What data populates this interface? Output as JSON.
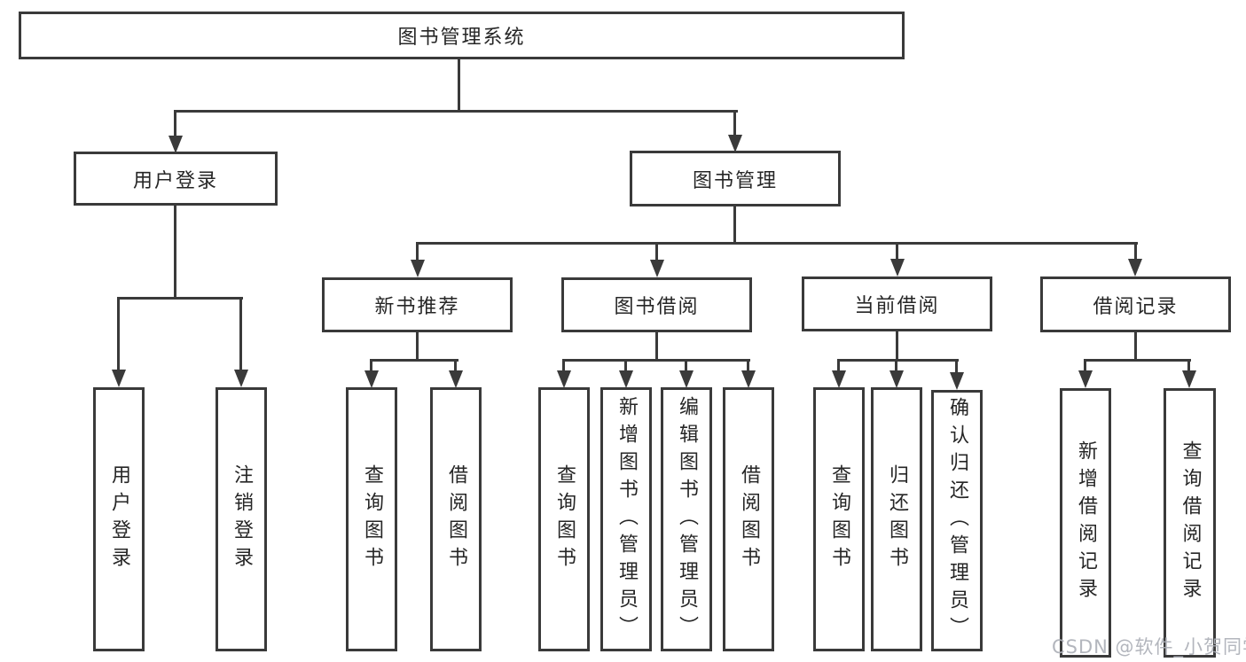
{
  "colors": {
    "line": "#3a3a3a",
    "text": "#262626",
    "watermark": "#acb0b7"
  },
  "tree": {
    "root": {
      "label": "图书管理系统"
    },
    "branches": [
      {
        "label": "用户登录",
        "children": [
          "用户登录",
          "注销登录"
        ]
      },
      {
        "label": "图书管理",
        "groups": [
          {
            "label": "新书推荐",
            "children": [
              "查询图书",
              "借阅图书"
            ]
          },
          {
            "label": "图书借阅",
            "children": [
              "查询图书",
              "新增图书（管理员）",
              "编辑图书（管理员）",
              "借阅图书"
            ]
          },
          {
            "label": "当前借阅",
            "children": [
              "查询图书",
              "归还图书",
              "确认归还（管理员）"
            ]
          },
          {
            "label": "借阅记录",
            "children": [
              "新增借阅记录",
              "查询借阅记录"
            ]
          }
        ]
      }
    ]
  },
  "watermark": {
    "text": "CSDN @软件_小贺同学"
  }
}
